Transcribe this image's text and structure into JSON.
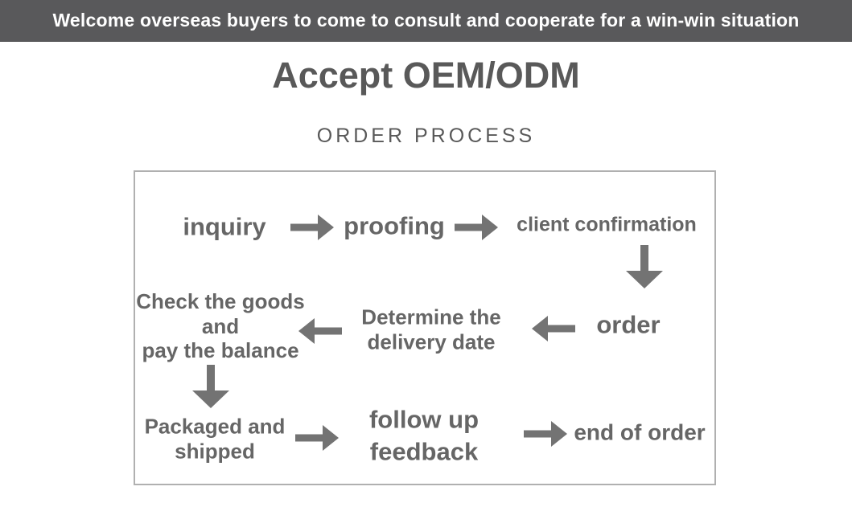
{
  "banner": {
    "text": "Welcome overseas buyers to come to consult and cooperate for a win-win situation"
  },
  "title": "Accept OEM/ODM",
  "subtitle": "ORDER PROCESS",
  "colors": {
    "page-bg": "#ffffff",
    "banner-bg": "#59595b",
    "banner-text": "#ffffff",
    "heading": "#595959",
    "flow-text": "#666666",
    "arrow": "#737373",
    "box-border": "#b0b0b0"
  },
  "flow": {
    "nodes": [
      {
        "id": "inquiry",
        "label": "inquiry"
      },
      {
        "id": "proofing",
        "label": "proofing"
      },
      {
        "id": "client-confirmation",
        "label": "client confirmation"
      },
      {
        "id": "order",
        "label": "order"
      },
      {
        "id": "determine-delivery",
        "label": "Determine the\ndelivery date"
      },
      {
        "id": "check-goods",
        "label": "Check the goods\nand\npay the balance"
      },
      {
        "id": "packaged-shipped",
        "label": "Packaged and\nshipped"
      },
      {
        "id": "follow-up-feedback",
        "label": "follow up\nfeedback"
      },
      {
        "id": "end-of-order",
        "label": "end of order"
      }
    ],
    "connections": [
      {
        "from": "inquiry",
        "to": "proofing",
        "direction": "right"
      },
      {
        "from": "proofing",
        "to": "client-confirmation",
        "direction": "right"
      },
      {
        "from": "client-confirmation",
        "to": "order",
        "direction": "down"
      },
      {
        "from": "order",
        "to": "determine-delivery",
        "direction": "left"
      },
      {
        "from": "determine-delivery",
        "to": "check-goods",
        "direction": "left"
      },
      {
        "from": "check-goods",
        "to": "packaged-shipped",
        "direction": "down"
      },
      {
        "from": "packaged-shipped",
        "to": "follow-up-feedback",
        "direction": "right"
      },
      {
        "from": "follow-up-feedback",
        "to": "end-of-order",
        "direction": "right"
      }
    ]
  }
}
